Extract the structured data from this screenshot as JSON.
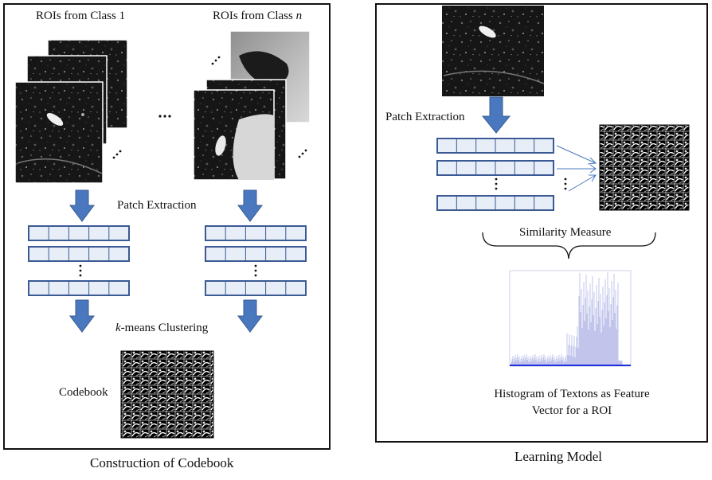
{
  "left_panel": {
    "roi_class1_label": "ROIs from Class 1",
    "roi_classn_prefix": "ROIs from Class ",
    "roi_classn_var": "n",
    "patch_extraction_label": "Patch Extraction",
    "kmeans_italic": "k",
    "kmeans_rest": "-means Clustering",
    "codebook_label": "Codebook",
    "caption": "Construction of Codebook",
    "ellipsis": "..."
  },
  "right_panel": {
    "patch_extraction_label": "Patch Extraction",
    "similarity_label": "Similarity Measure",
    "histogram_caption_line1": "Histogram of Textons as Feature",
    "histogram_caption_line2": "Vector for a ROI",
    "caption": "Learning Model"
  },
  "colors": {
    "arrow_blue": "#4a78bf",
    "strip_border": "#3b5a93",
    "strip_fill": "#e8eef7",
    "histogram_bar": "#b3b6e6",
    "histogram_base": "#1f2ee0"
  }
}
